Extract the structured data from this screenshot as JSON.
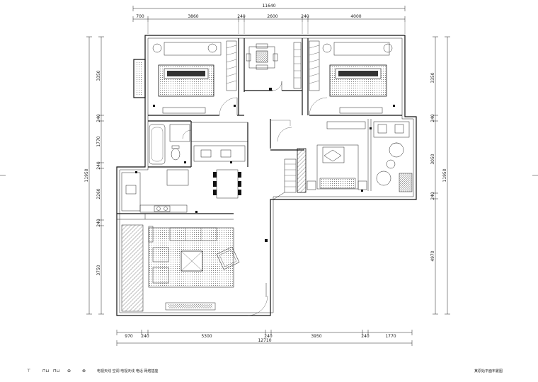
{
  "dimensions": {
    "top_total": "11640",
    "top_segments": [
      "700",
      "3860",
      "240",
      "2600",
      "240",
      "4000"
    ],
    "bottom_total": "12710",
    "bottom_segments": [
      "970",
      "240",
      "5300",
      "240",
      "3950",
      "240",
      "1770"
    ],
    "left_segments": [
      "3350",
      "240",
      "1770",
      "240",
      "2260",
      "240",
      "3750"
    ],
    "left_total": "11950",
    "right_segments": [
      "3350",
      "240",
      "3050",
      "240",
      "4970"
    ],
    "right_total": "11950"
  },
  "legend": {
    "symbols": [
      "⊤",
      "⊓⊔",
      "⊓⊔",
      "⊕",
      "⊗"
    ],
    "text": "电视天线  空调  电视天线  电话  网络插座"
  },
  "drawing_title": "某原始平面布置图"
}
